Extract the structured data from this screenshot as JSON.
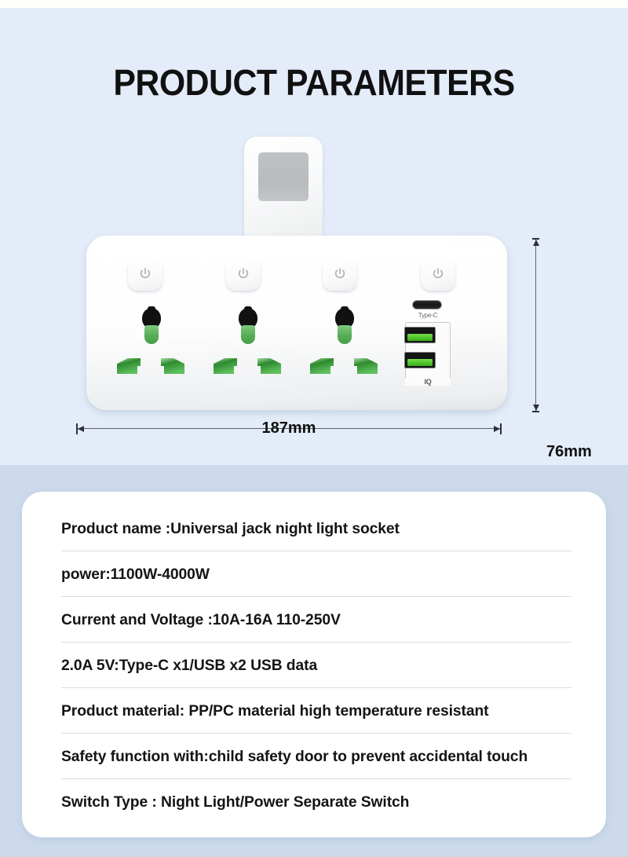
{
  "page": {
    "title": "PRODUCT PARAMETERS",
    "background_top": "#e3ecf8",
    "background_bottom": "#ccdaec",
    "card_background": "#ffffff",
    "text_color": "#141414"
  },
  "product": {
    "name": "Universal jack night light socket",
    "accent_green": "#4ab34a",
    "usb_tongue_green": "#51c42c",
    "night_panel_color": "#bfc2c4",
    "power_buttons": [
      {
        "label": "",
        "icon": "power-icon"
      },
      {
        "label": "",
        "icon": "power-icon"
      },
      {
        "label": "",
        "icon": "power-icon"
      },
      {
        "label": "",
        "icon": "power-icon"
      }
    ],
    "sockets_count": 3,
    "ports": {
      "typec_label": "Type-C",
      "usb_iq_label": "IQ",
      "usb_count": 2
    },
    "dimensions": {
      "width_label": "187mm",
      "height_label": "76mm"
    }
  },
  "specs": [
    {
      "text": "Product name :Universal jack night light socket"
    },
    {
      "text": "power:1100W-4000W"
    },
    {
      "text": "Current and Voltage :10A-16A 110-250V"
    },
    {
      "text": "2.0A 5V:Type-C x1/USB x2 USB data"
    },
    {
      "text": "Product material: PP/PC material high temperature resistant"
    },
    {
      "text": "Safety function with:child safety door to prevent accidental touch"
    },
    {
      "text": "Switch Type : Night Light/Power Separate Switch"
    }
  ]
}
